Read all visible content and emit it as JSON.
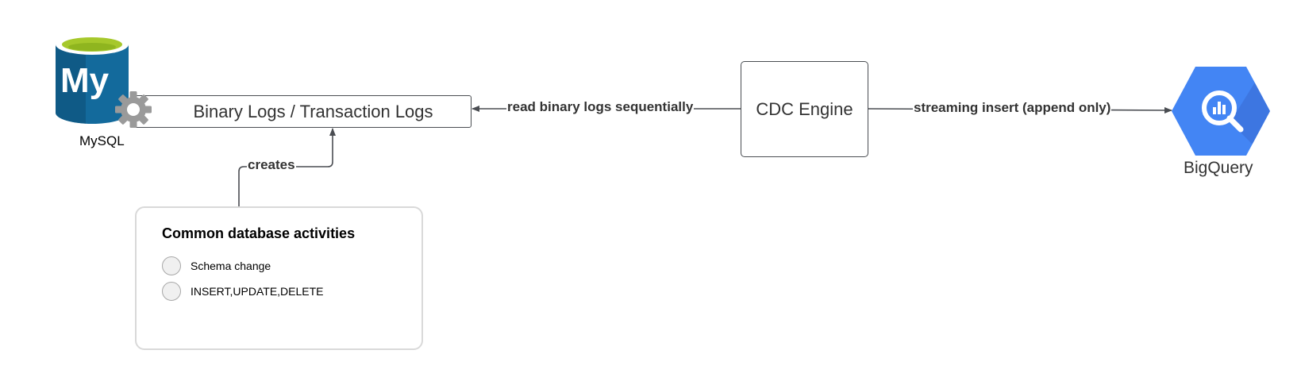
{
  "nodes": {
    "mysql_label": "MySQL",
    "mysql_logo_text": "My",
    "binlog": "Binary Logs / Transaction Logs",
    "cdc": "CDC Engine",
    "bigquery_label": "BigQuery"
  },
  "edges": {
    "read": "read binary logs sequentially",
    "streaming": "streaming insert (append only)",
    "creates": "creates"
  },
  "activities": {
    "title": "Common database activities",
    "items": [
      "Schema change",
      "INSERT,UPDATE,DELETE"
    ]
  },
  "icons": {
    "mysql": "mysql-database-icon",
    "gear": "gear-icon",
    "bigquery": "bigquery-hexagon-icon"
  },
  "colors": {
    "mysql_blue": "#136a9c",
    "mysql_top": "#a6c82b",
    "gear": "#9a9a9a",
    "bigquery_blue": "#4385f4",
    "line": "#4a4d52"
  }
}
